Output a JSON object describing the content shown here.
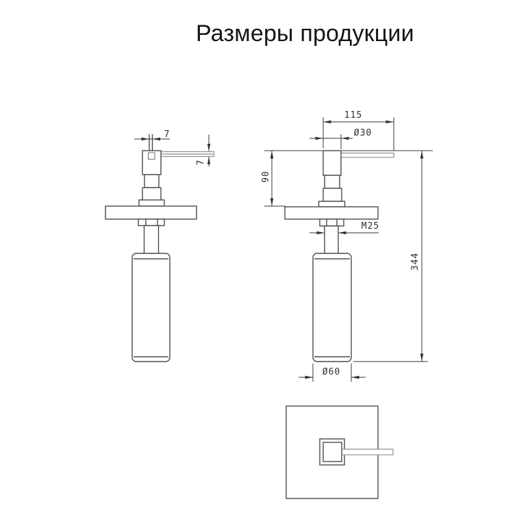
{
  "title": "Размеры продукции",
  "drawing": {
    "front_view": {
      "dim_shaft_width": "7",
      "dim_spout_height": "7"
    },
    "side_view": {
      "dim_spout_length": "115",
      "dim_head_diameter": "Ø30",
      "dim_pump_height": "90",
      "dim_thread": "M25",
      "dim_total_height": "344",
      "dim_bottle_diameter": "Ø60"
    },
    "colors": {
      "background": "#ffffff",
      "outline": "#4a4a4a",
      "spout_line": "#8f8f8f",
      "dimension_line": "#343434",
      "text": "#2f2f2f",
      "title_text": "#151515"
    }
  }
}
